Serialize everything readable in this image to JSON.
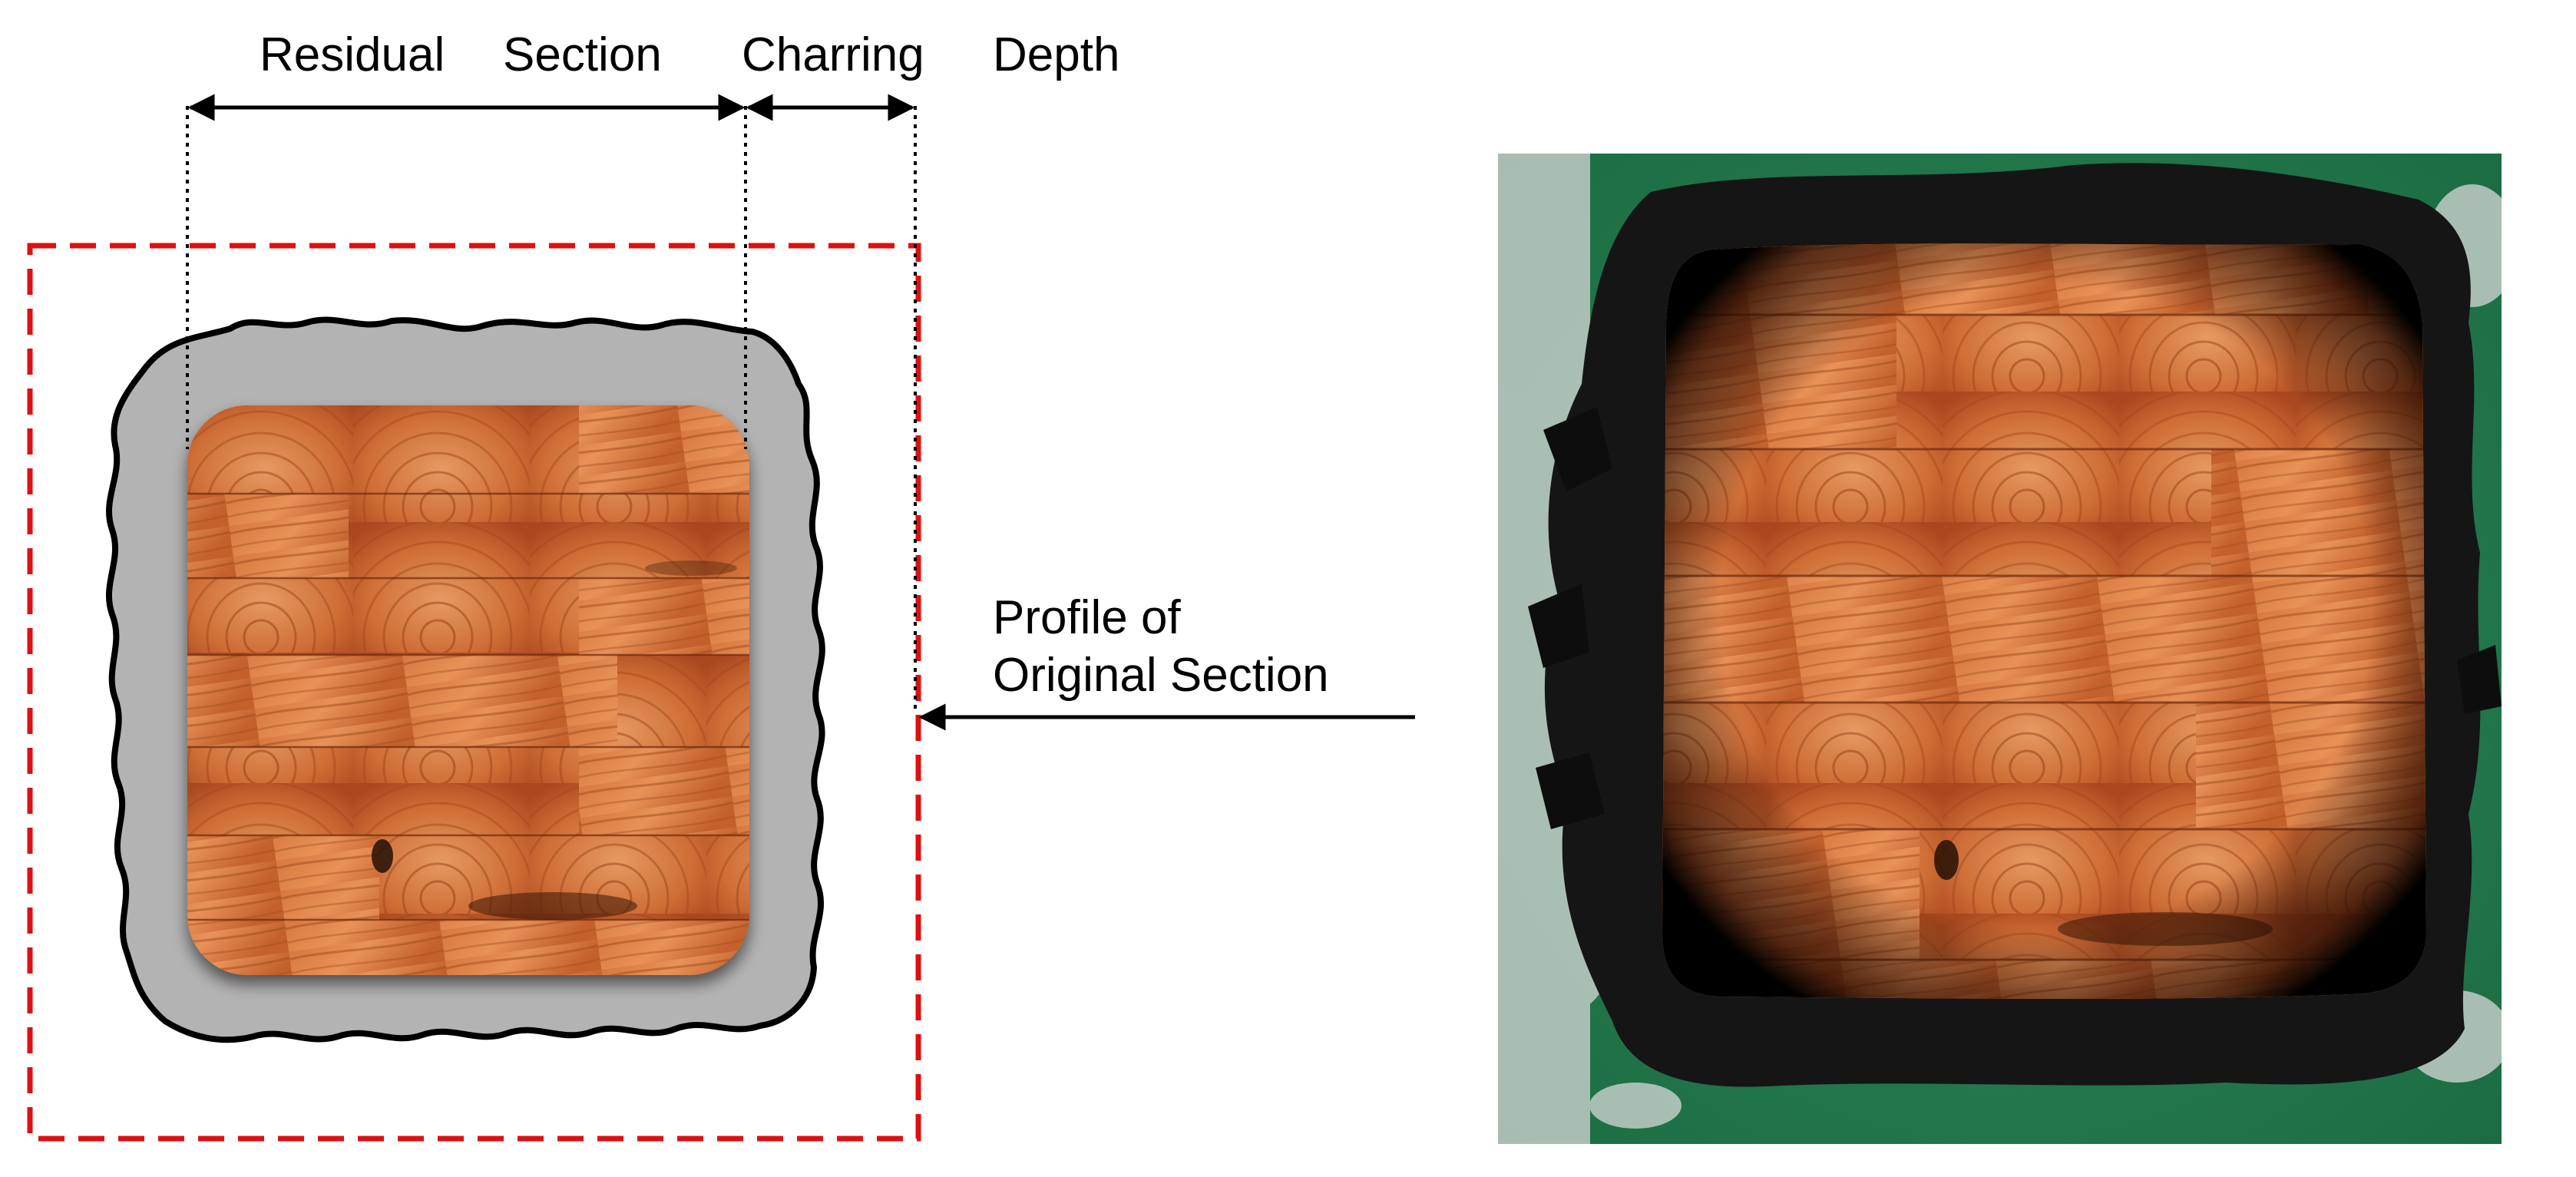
{
  "labels": {
    "residual_1": "Residual",
    "residual_2": "Section",
    "charring_1": "Charring",
    "charring_2": "Depth",
    "profile_line1": "Profile of",
    "profile_line2": "Original Section"
  },
  "colors": {
    "original_section_outline": "#dd1111",
    "char_layer": "#b3b3b3",
    "char_outline": "#000000",
    "wood_base": "#c9602c",
    "wood_light": "#e08850",
    "wood_dark": "#8a3a14",
    "photo_background": "#1f7a4a",
    "charred_wood": "#151515"
  },
  "icons": {
    "dimension_arrow": "double-headed-arrow",
    "pointer_arrow": "left-arrow"
  }
}
